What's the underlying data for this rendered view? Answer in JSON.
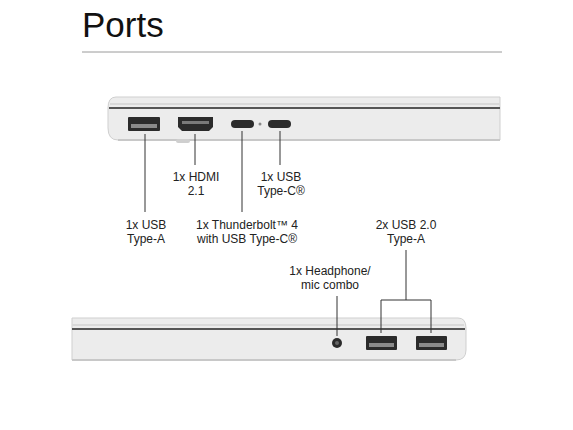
{
  "diagram": {
    "title": "Ports",
    "labels": [
      "1x HDMI 2.1",
      "1x USB Type-C®",
      "1x USB Type-A",
      "1x Thunderbolt™ 4 with USB Type-C®",
      "1x Headphone/ mic combo",
      "2x USB 2.0 Type-A"
    ]
  }
}
